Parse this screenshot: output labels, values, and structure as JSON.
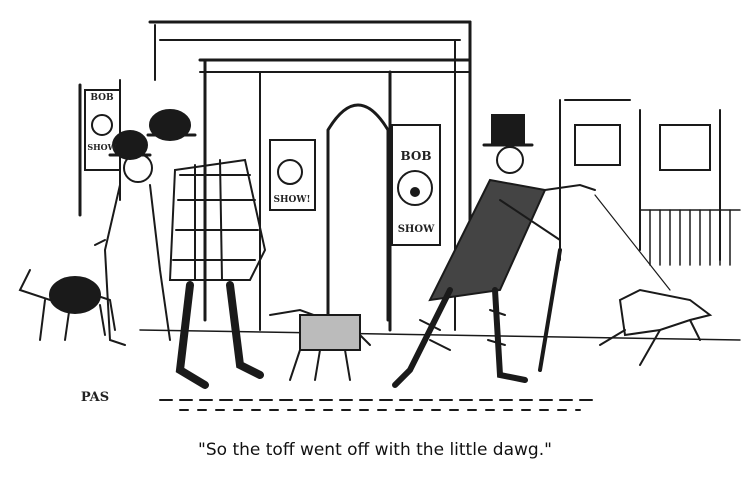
{
  "cartoon": {
    "caption": "\"So the toff went off with the little dawg.\"",
    "posters": [
      {
        "id": "left-poster",
        "top_text": "BOB",
        "bottom_text": "SHOW"
      },
      {
        "id": "middle-poster",
        "top_text": "",
        "bottom_text": "SHOW!"
      },
      {
        "id": "right-poster",
        "top_text": "BOB",
        "bottom_text": "SHOW"
      }
    ],
    "signature": "PAS",
    "colors": {
      "ink": "#1a1a1a",
      "paper": "#ffffff"
    }
  }
}
